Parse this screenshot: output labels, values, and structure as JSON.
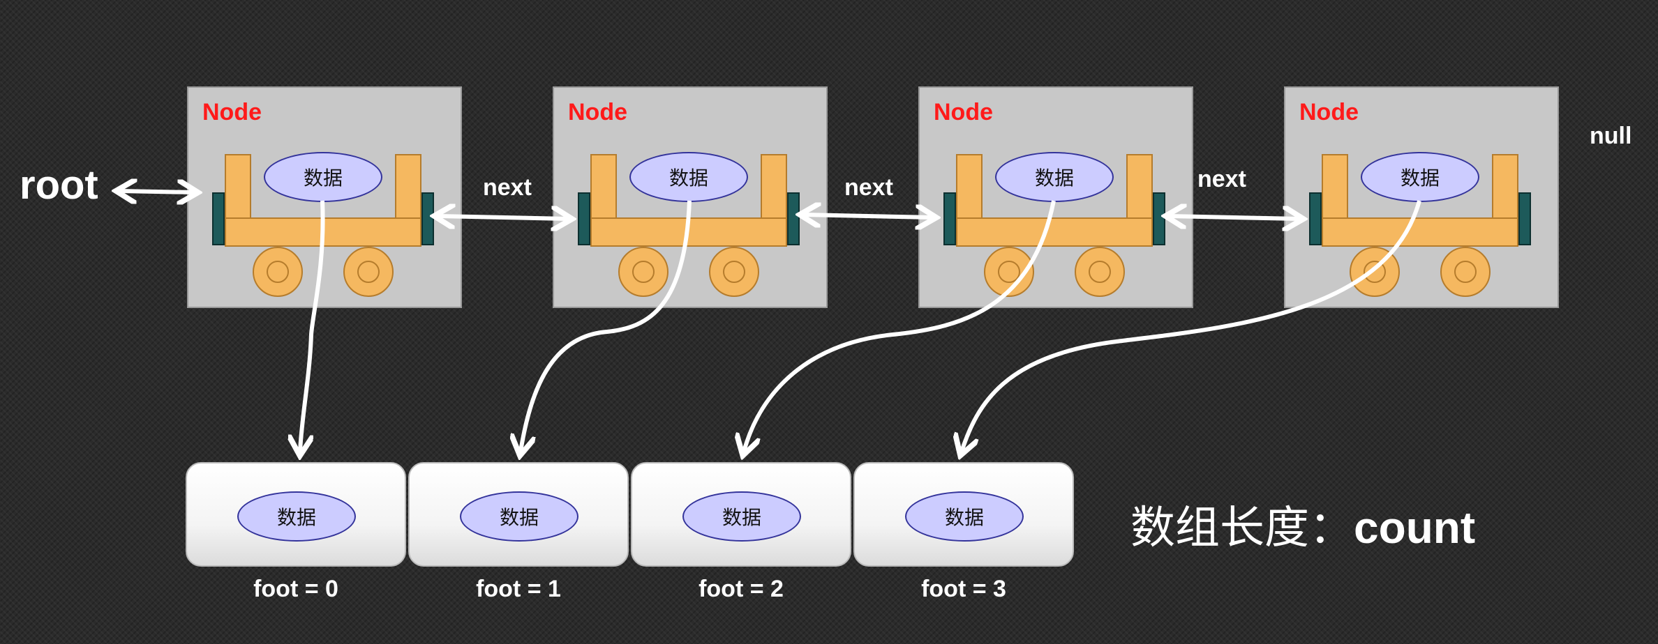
{
  "root_label": "root",
  "null_label": "null",
  "nodes": [
    {
      "label": "Node",
      "data": "数据"
    },
    {
      "label": "Node",
      "data": "数据"
    },
    {
      "label": "Node",
      "data": "数据"
    },
    {
      "label": "Node",
      "data": "数据"
    }
  ],
  "links": [
    "next",
    "next",
    "next"
  ],
  "array": [
    {
      "data": "数据",
      "foot": "foot = 0"
    },
    {
      "data": "数据",
      "foot": "foot = 1"
    },
    {
      "data": "数据",
      "foot": "foot = 2"
    },
    {
      "data": "数据",
      "foot": "foot = 3"
    }
  ],
  "array_length": {
    "prefix": "数组长度：",
    "value": "count"
  },
  "colors": {
    "background": "#2b2b2b",
    "node_box": "#c8c8c8",
    "node_label": "#ff1a1a",
    "cart": "#f5b860",
    "bumper": "#1d5a5a",
    "data_ellipse": "#ccccff",
    "arrow": "#ffffff"
  }
}
